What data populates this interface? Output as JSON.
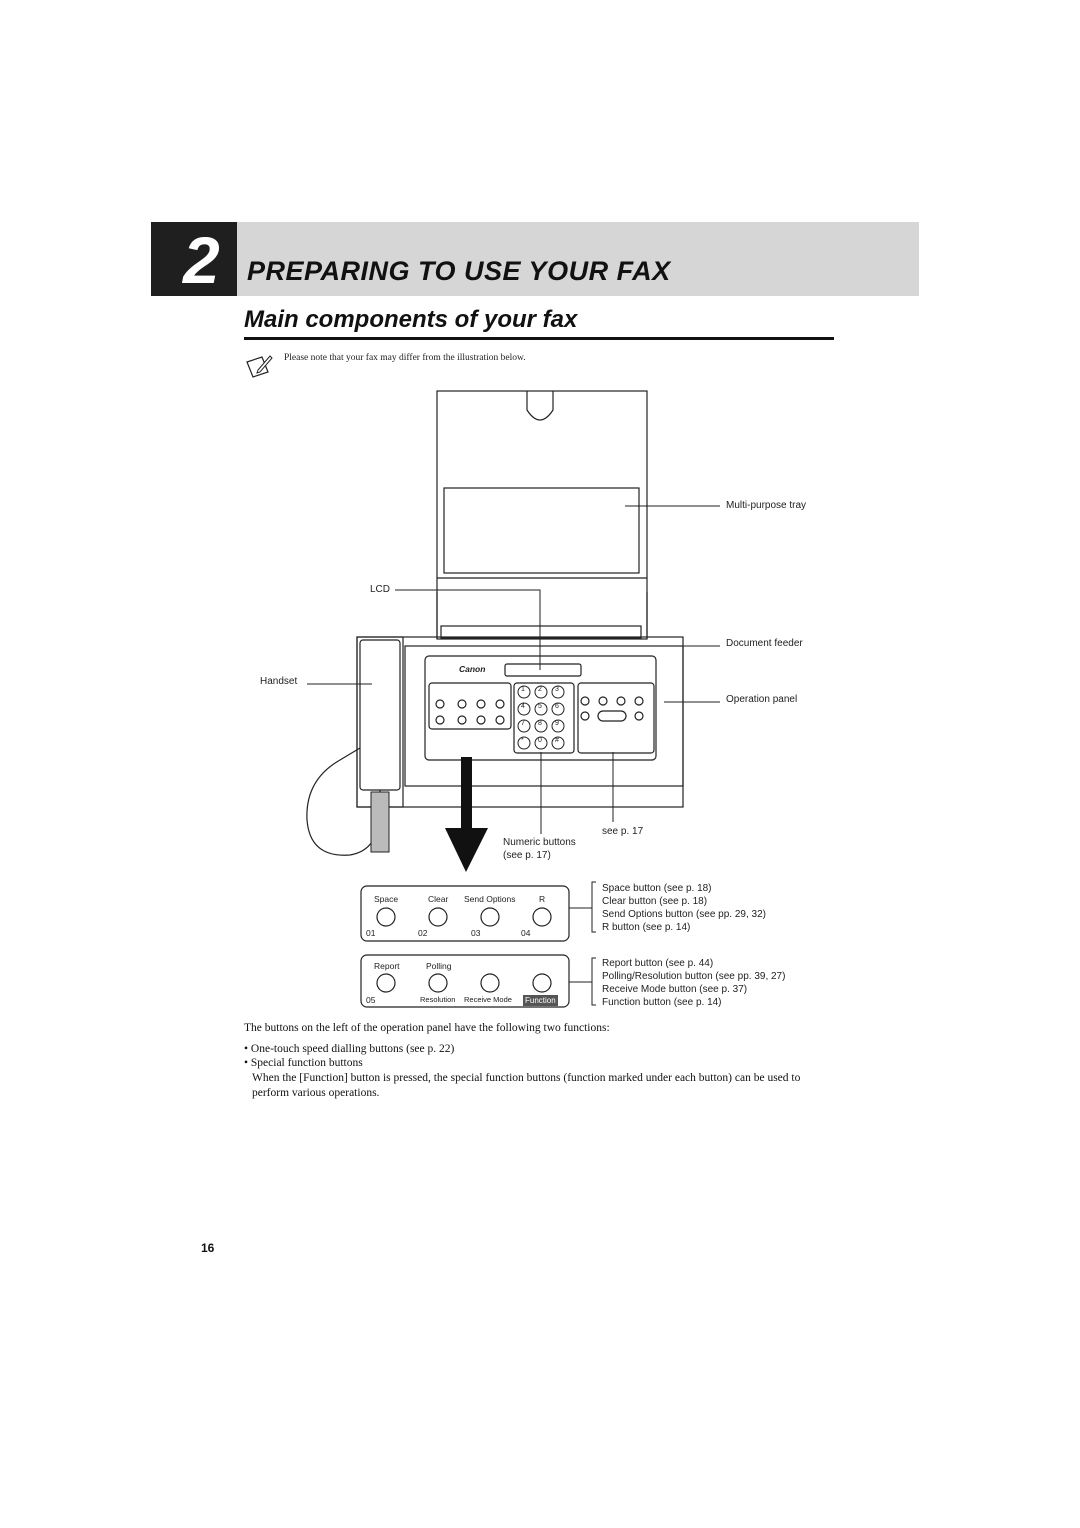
{
  "chapter": {
    "number": "2",
    "title": "PREPARING TO USE YOUR FAX"
  },
  "section": {
    "title": "Main components of your fax"
  },
  "note": {
    "text": "Please note that your fax may differ from the illustration below.",
    "icon": "note-pencil-icon"
  },
  "callouts": {
    "multipurpose_tray": "Multi-purpose tray",
    "lcd": "LCD",
    "document_feeder": "Document feeder",
    "handset": "Handset",
    "operation_panel": "Operation panel",
    "see_p17_a": "see p. 17",
    "numeric_buttons": "Numeric buttons",
    "see_p17_b": "(see p. 17)"
  },
  "fax_brand": "Canon",
  "keypad": [
    "1",
    "2",
    "3",
    "4",
    "5",
    "6",
    "7",
    "8",
    "9",
    "*",
    "0",
    "#"
  ],
  "panel_top": {
    "labels": [
      "Space",
      "Clear",
      "Send Options",
      "R"
    ],
    "numbers": [
      "01",
      "02",
      "03",
      "04"
    ]
  },
  "panel_bottom": {
    "top_labels": [
      "Report",
      "Polling"
    ],
    "number": "05",
    "bottom_labels": [
      "Resolution",
      "Receive Mode",
      "Function"
    ]
  },
  "legend_top": [
    "Space button (see p. 18)",
    "Clear button (see p. 18)",
    "Send Options button (see pp. 29, 32)",
    "R button (see p. 14)"
  ],
  "legend_bottom": [
    "Report button (see p. 44)",
    "Polling/Resolution button (see pp. 39, 27)",
    "Receive Mode button (see p. 37)",
    "Function button (see p. 14)"
  ],
  "body": {
    "intro": "The buttons on the left of the operation panel have the following two functions:",
    "bullet1": "One-touch speed dialling buttons (see p. 22)",
    "bullet2": "Special function buttons",
    "para": "When the [Function] button is pressed, the special function buttons (function marked under each button) can be used to perform various operations."
  },
  "page_number": "16"
}
